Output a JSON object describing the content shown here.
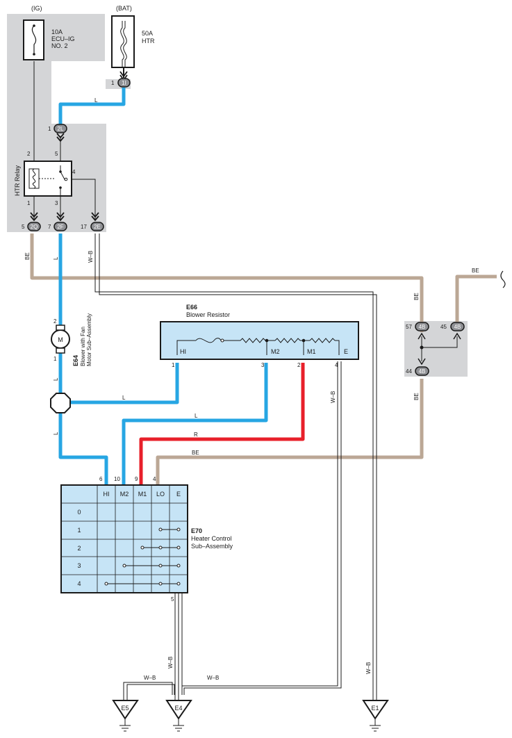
{
  "colors": {
    "wire_L": "#27a6e3",
    "wire_R": "#e8202a",
    "wire_BE": "#bba795",
    "wire_WB": "#1a1a1a",
    "block_fill": "#d4d5d7",
    "table_fill": "#c6e4f6"
  },
  "fuses": [
    {
      "label": "(IG)",
      "rating": "10A",
      "name1": "ECU–IG",
      "name2": "NO. 2"
    },
    {
      "label": "(BAT)",
      "rating": "50A",
      "name1": "HTR",
      "name2": ""
    }
  ],
  "relay": {
    "label": "HTR Relay",
    "pins": [
      "2",
      "5",
      "4",
      "1",
      "3"
    ]
  },
  "connectors": [
    {
      "code": "1I",
      "pin": "1"
    },
    {
      "code": "2L",
      "pin": "1"
    },
    {
      "code": "2Q",
      "pin": "5"
    },
    {
      "code": "2F",
      "pin": "7"
    },
    {
      "code": "2E",
      "pin": "17"
    },
    {
      "code": "4B",
      "pin": "57"
    },
    {
      "code": "4B",
      "pin": "45"
    },
    {
      "code": "4B",
      "pin": "44"
    }
  ],
  "wire_labels": [
    "L",
    "BE",
    "L",
    "W–B",
    "BE",
    "BE",
    "BE",
    "L",
    "L",
    "L",
    "R",
    "BE",
    "W–B",
    "W–B",
    "W–B",
    "W–B",
    "W–B",
    "L"
  ],
  "motor": {
    "symbol": "M",
    "code": "E64",
    "name1": "Blower with Fan",
    "name2": "Motor Sub–Assembly",
    "pin_top": "2",
    "pin_bottom": "1"
  },
  "resistor": {
    "code": "E66",
    "name": "Blower Resistor",
    "terminals": [
      "HI",
      "M2",
      "M1",
      "E"
    ],
    "pins": [
      "1",
      "3",
      "2",
      "4"
    ]
  },
  "heater_control": {
    "code": "E70",
    "name1": "Heater Control",
    "name2": "Sub–Assembly",
    "columns": [
      "HI",
      "M2",
      "M1",
      "LO",
      "E"
    ],
    "pins_top": [
      "6",
      "10",
      "9",
      "4"
    ],
    "rows": [
      "0",
      "1",
      "2",
      "3",
      "4"
    ],
    "pin_bottom": "5"
  },
  "grounds": [
    "E5",
    "E4",
    "E1"
  ]
}
